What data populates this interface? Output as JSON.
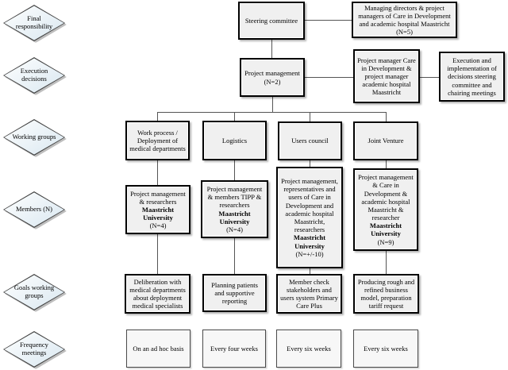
{
  "diamonds": [
    "Final responsibility",
    "Execution decisions",
    "Working groups",
    "Members (N)",
    "Goals working groups",
    "Frequency meetings"
  ],
  "top": {
    "steering": "Steering committee",
    "managing_text": "Managing directors  & project managers of Care in Development and academic hospital Maastricht",
    "managing_n": "(N=5)",
    "pm_text": "Project management",
    "pm_n": "(N=2)",
    "pm_detail": "Project manager Care in Development & project manager academic hospital Maastricht",
    "pm_role": "Execution and implementation of decisions steering committee and chairing meetings"
  },
  "columns": [
    {
      "working_group": "Work process / Deployment of medical departments",
      "members_text": "Project management & researchers",
      "members_bold": "Maastricht University",
      "members_n": "(N=4)",
      "goal": "Deliberation with medical departments about deployment medical specialists",
      "frequency": "On an ad hoc basis"
    },
    {
      "working_group": "Logistics",
      "members_text": "Project management & members TIPP & researchers",
      "members_bold": "Maastricht University",
      "members_n": "(N=4)",
      "goal": "Planning patients and supportive reporting",
      "frequency": "Every four weeks"
    },
    {
      "working_group": "Users council",
      "members_text": "Project management, representatives and users of Care in Development and academic hospital Maastricht, researchers",
      "members_bold": "Maastricht University",
      "members_n": "(N=+/-10)",
      "goal": "Member check stakeholders and users system Primary Care Plus",
      "frequency": "Every six weeks"
    },
    {
      "working_group": "Joint Venture",
      "members_text": "Project management & Care in Development & academic hospital Maastricht & researcher",
      "members_bold": "Maastricht University",
      "members_n": "(N=9)",
      "goal": "Producing rough and refined business model, preparation tariff request",
      "frequency": "Every six weeks"
    }
  ],
  "colors": {
    "box_fill": "#f0f0f0",
    "box_border": "#000000",
    "thin_border": "#4a4a4a",
    "line": "#555555",
    "diamond_fill": "#d9e7f0"
  }
}
